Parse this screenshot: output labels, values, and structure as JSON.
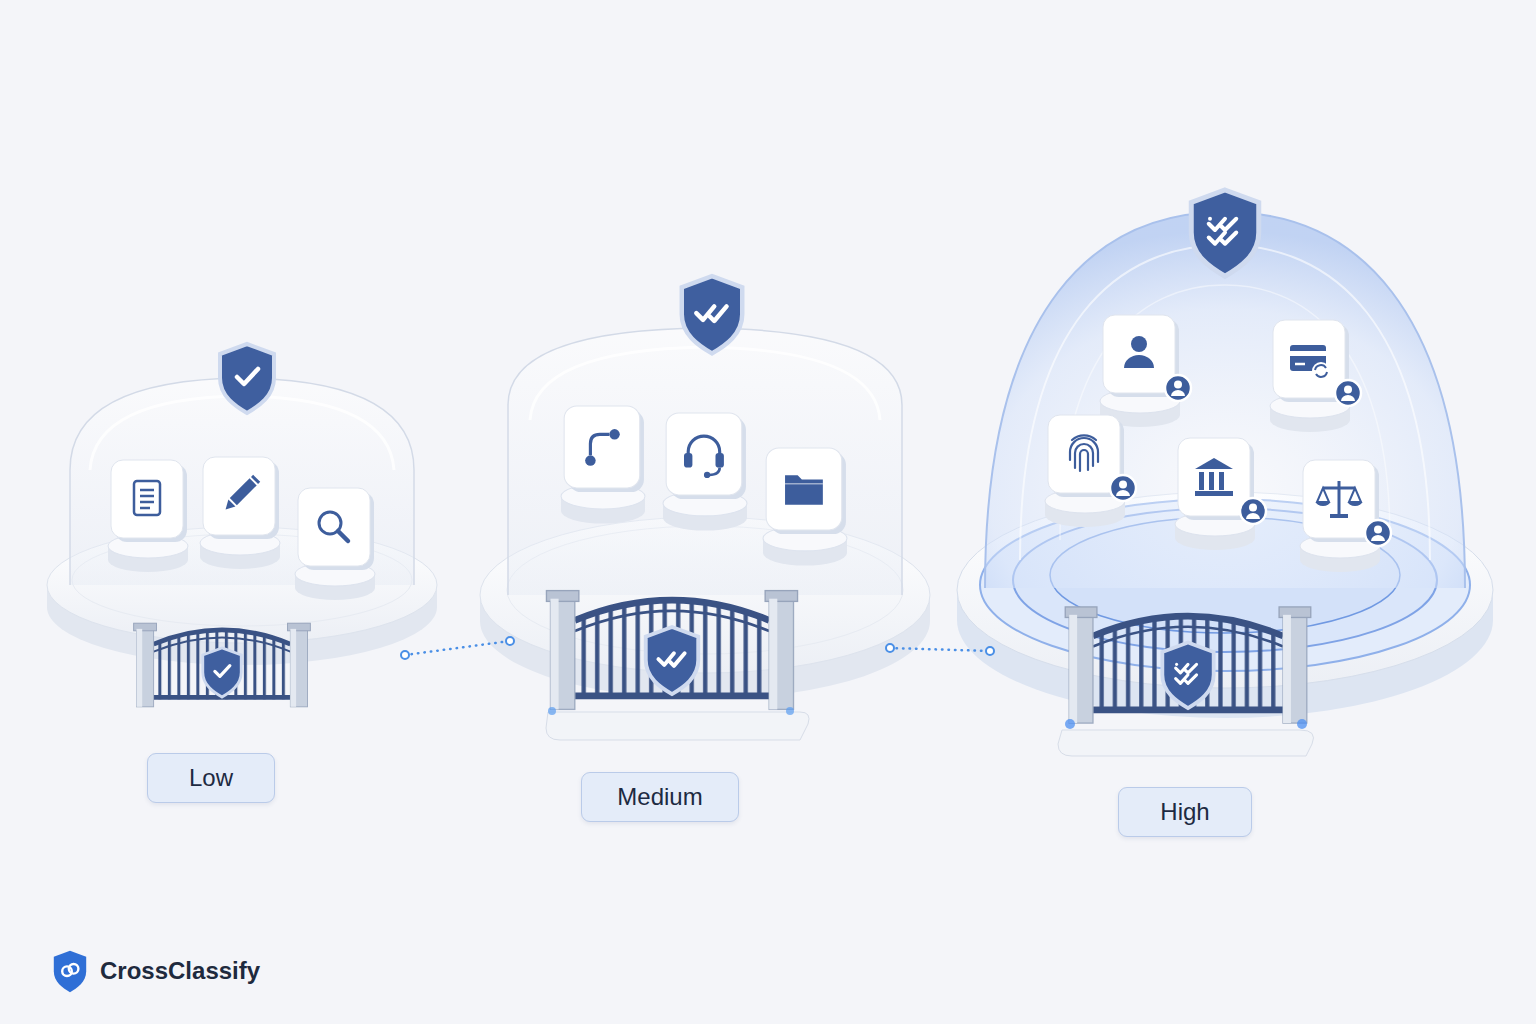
{
  "diagram": {
    "nodes": [
      {
        "text": [
          "Low"
        ]
      },
      {
        "text": [
          "Medium"
        ]
      },
      {
        "text": [
          "High"
        ]
      }
    ],
    "edges": [
      {
        "from": 0,
        "to": 1,
        "arrow": "none"
      },
      {
        "from": 1,
        "to": 2,
        "arrow": "none"
      }
    ],
    "labels": [
      "CrossClassify"
    ]
  }
}
